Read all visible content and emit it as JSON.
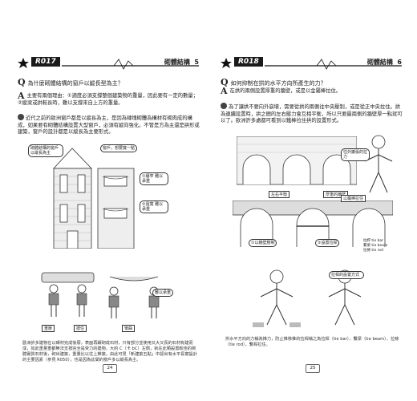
{
  "left_page": {
    "code": "R017",
    "chapter": "砌體結構",
    "chapter_num": "5",
    "q_mark": "Q",
    "question": "為什麼砌體結構的窗戶以縱長型為主？",
    "a_mark": "A",
    "answer": "主要有兩個理由：①適度必須支撐整個建築物的重量，因此要有一定的數量；②縱梁或拱較長時，難以支撐來自上方的重量。",
    "explanation": "近代之前的歐洲窗戶都是以縱長為主，是因為磚塊砌體為構材有砌肉成的構成，如果要有砌體結構設置大型窗戶，必須有縱向強化。不管是方為主還是拱形或建築，窗戶的設計都是以縱長為主要形式。",
    "labels": {
      "why_tall": "砌體結構的窗戶以縱長為主",
      "wide_want": "窗戶，想要寬一點",
      "fine_thin": "①纏窄 難以承重",
      "fine_wide": "②過寬 難以承重",
      "heavy": "重壓",
      "pillar": "撐住",
      "bend": "彎曲",
      "cant": "難以承重"
    },
    "footnote": "歐洲許多建物在以磚材完成後廢，表面再鑲砌成石材，只有部分並使用又大又長的石材有建而成，如此重量重都無法支撐完全是受力的建物，大約 C（卡 bC）左側，就在此類設置較佳的砌體實質石材後，砌出建築，重量比以往上推築，由此可見「新建築五點」中認出有水平長窗設計的主要因素（參見 R050），也是因為此間的窗戶多以縱長為主。",
    "page_num": "24"
  },
  "right_page": {
    "code": "R018",
    "chapter": "砌體結構",
    "chapter_num": "6",
    "q_mark": "Q",
    "question": "如何抑制在拱的水平方向所產生的力？",
    "a_mark": "A",
    "answer": "在拱的兩側設置厚重的牆壁，或是以金屬棒拉住。",
    "explanation": "為了讓拱不要向外崩壞，需要從拱的兩側往中央壓制，或是從正中央拉住。拱為連續設置時，拱之間的左右壓力會互相平衡，所以只要最兩側的牆壁厚一點就可以了。歐洲許多處都可看到以鐵棒拉住拱的設置形式。",
    "labels": {
      "pull": "往外擴張的拉力",
      "balance": "左右平衡",
      "thick_wall": "厚重的牆壁",
      "tie": "以鐵棒拉住",
      "stop": "①以牆壁壓制",
      "tie_rod": "②設置拉桿",
      "anchor": "拉桿的設置方式",
      "tie_bar": "拉桿 tie bar",
      "tie_beam": "繫梁 tie beam",
      "tie_rod_en": "拉條 tie rod"
    },
    "footnote": "拱水平方向的力稱為推力，防止推移推的拉桿稱之為拉桿（tie bar）、繫梁（tie beam）、拉條（tie rod），繫桿拉住。",
    "page_num": "25"
  }
}
